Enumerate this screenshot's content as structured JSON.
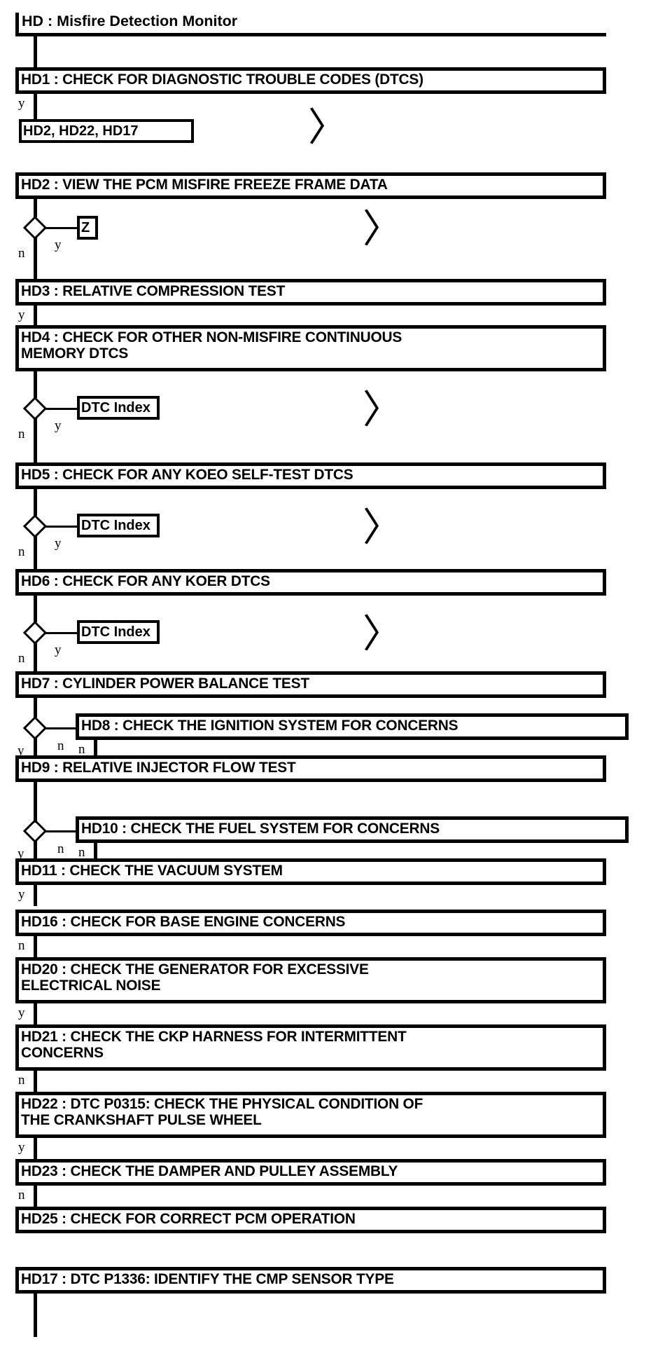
{
  "diagram": {
    "title": "HD : Misfire Detection Monitor",
    "type": "flowchart",
    "kind": "automotive-diagnostic-pinpoint-test",
    "branch_labels": {
      "yes": "y",
      "no": "n"
    },
    "offpage_marker": "〉",
    "steps": [
      {
        "id": "HD1",
        "label": "HD1 : CHECK FOR DIAGNOSTIC TROUBLE CODES (DTCS)"
      },
      {
        "id": "HD2",
        "label": "HD2 : VIEW THE PCM MISFIRE FREEZE FRAME DATA"
      },
      {
        "id": "HD3",
        "label": "HD3 : RELATIVE COMPRESSION TEST"
      },
      {
        "id": "HD4",
        "label": "HD4 : CHECK FOR OTHER NON-MISFIRE CONTINUOUS\nMEMORY DTCS"
      },
      {
        "id": "HD5",
        "label": "HD5 : CHECK FOR ANY KOEO SELF-TEST DTCS"
      },
      {
        "id": "HD6",
        "label": "HD6 : CHECK FOR ANY KOER DTCS"
      },
      {
        "id": "HD7",
        "label": "HD7 : CYLINDER POWER BALANCE TEST"
      },
      {
        "id": "HD8",
        "label": "HD8 : CHECK THE IGNITION SYSTEM FOR CONCERNS"
      },
      {
        "id": "HD9",
        "label": "HD9 : RELATIVE INJECTOR FLOW TEST"
      },
      {
        "id": "HD10",
        "label": "HD10 : CHECK THE FUEL SYSTEM FOR CONCERNS"
      },
      {
        "id": "HD11",
        "label": "HD11 : CHECK THE VACUUM SYSTEM"
      },
      {
        "id": "HD16",
        "label": "HD16 : CHECK FOR BASE ENGINE CONCERNS"
      },
      {
        "id": "HD20",
        "label": "HD20 : CHECK THE GENERATOR FOR EXCESSIVE\nELECTRICAL NOISE"
      },
      {
        "id": "HD21",
        "label": "HD21 : CHECK THE CKP HARNESS FOR INTERMITTENT\nCONCERNS"
      },
      {
        "id": "HD22",
        "label": "HD22 : DTC P0315: CHECK THE PHYSICAL CONDITION OF\nTHE CRANKSHAFT PULSE WHEEL"
      },
      {
        "id": "HD23",
        "label": "HD23 : CHECK THE DAMPER AND PULLEY ASSEMBLY"
      },
      {
        "id": "HD25",
        "label": "HD25 : CHECK FOR CORRECT PCM OPERATION"
      },
      {
        "id": "HD17",
        "label": "HD17 : DTC P1336: IDENTIFY THE CMP SENSOR TYPE"
      }
    ],
    "references": [
      {
        "id": "ref-hd2-hd22-hd17",
        "label": "HD2, HD22, HD17",
        "from": "HD1",
        "via": "y"
      },
      {
        "id": "ref-z",
        "label": "Z",
        "from": "HD2",
        "via": "y"
      },
      {
        "id": "ref-dtc-index-1",
        "label": "DTC Index",
        "from": "HD4",
        "via": "y"
      },
      {
        "id": "ref-dtc-index-2",
        "label": "DTC Index",
        "from": "HD5",
        "via": "y"
      },
      {
        "id": "ref-dtc-index-3",
        "label": "DTC Index",
        "from": "HD6",
        "via": "y"
      }
    ],
    "edges": [
      {
        "from": "HD",
        "to": "HD1",
        "label": ""
      },
      {
        "from": "HD1",
        "to": "ref-hd2-hd22-hd17",
        "label": "y"
      },
      {
        "from": "HD1",
        "to": "HD2",
        "label": ""
      },
      {
        "from": "HD2",
        "to": "ref-z",
        "label": "y"
      },
      {
        "from": "HD2",
        "to": "HD3",
        "label": "n"
      },
      {
        "from": "HD3",
        "to": "HD4",
        "label": "y"
      },
      {
        "from": "HD4",
        "to": "ref-dtc-index-1",
        "label": "y"
      },
      {
        "from": "HD4",
        "to": "HD5",
        "label": "n"
      },
      {
        "from": "HD5",
        "to": "ref-dtc-index-2",
        "label": "y"
      },
      {
        "from": "HD5",
        "to": "HD6",
        "label": "n"
      },
      {
        "from": "HD6",
        "to": "ref-dtc-index-3",
        "label": "y"
      },
      {
        "from": "HD6",
        "to": "HD7",
        "label": "n"
      },
      {
        "from": "HD7",
        "to": "HD8",
        "label": "n"
      },
      {
        "from": "HD7",
        "to": "HD9",
        "label": "y"
      },
      {
        "from": "HD8",
        "to": "HD9",
        "label": "n"
      },
      {
        "from": "HD9",
        "to": "HD10",
        "label": "n"
      },
      {
        "from": "HD9",
        "to": "HD11",
        "label": "y"
      },
      {
        "from": "HD10",
        "to": "HD11",
        "label": "n"
      },
      {
        "from": "HD11",
        "to": "HD16",
        "label": "y"
      },
      {
        "from": "HD16",
        "to": "HD20",
        "label": "n"
      },
      {
        "from": "HD20",
        "to": "HD21",
        "label": "y"
      },
      {
        "from": "HD21",
        "to": "HD22",
        "label": "n"
      },
      {
        "from": "HD22",
        "to": "HD23",
        "label": "y"
      },
      {
        "from": "HD23",
        "to": "HD25",
        "label": "n"
      },
      {
        "from": "HD17",
        "to": "",
        "label": ""
      }
    ]
  }
}
